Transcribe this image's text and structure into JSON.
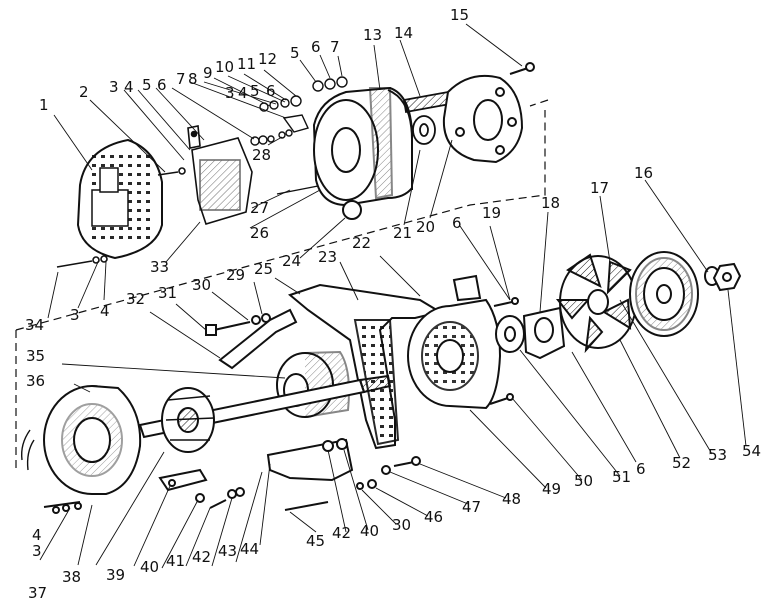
{
  "diagram": {
    "type": "exploded-parts-view",
    "style": "black-and-white line engraving",
    "colors": {
      "ink": "#111111",
      "paper": "#ffffff",
      "shade": "#444444"
    },
    "callout_labels": [
      "1",
      "2",
      "3",
      "4",
      "5",
      "6",
      "7",
      "8",
      "9",
      "10",
      "11",
      "12",
      "5",
      "6",
      "7",
      "13",
      "14",
      "15",
      "3",
      "4",
      "5",
      "6",
      "28",
      "27",
      "26",
      "24",
      "21",
      "20",
      "6",
      "19",
      "18",
      "17",
      "16",
      "33",
      "34",
      "3",
      "4",
      "25",
      "22",
      "23",
      "32",
      "31",
      "30",
      "29",
      "35",
      "36",
      "38",
      "37",
      "4",
      "3",
      "39",
      "40",
      "41",
      "42",
      "43",
      "44",
      "45",
      "42",
      "40",
      "30",
      "46",
      "47",
      "48",
      "49",
      "50",
      "51",
      "6",
      "52",
      "53",
      "54"
    ]
  }
}
